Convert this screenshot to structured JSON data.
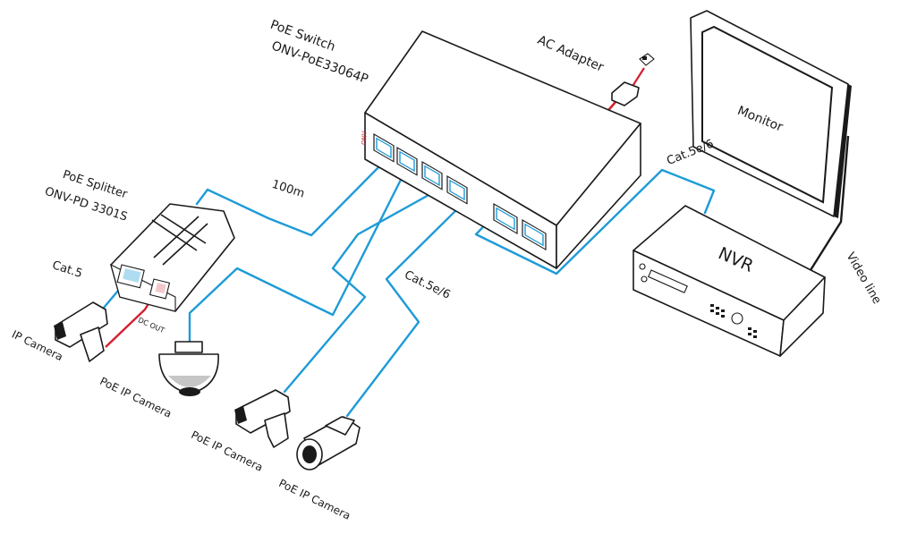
{
  "colors": {
    "ethernet": "#1e9bd7",
    "power": "#d42030",
    "device_stroke": "#1a1a1a",
    "background": "#ffffff"
  },
  "switch": {
    "line1": "PoE  Switch",
    "line2": "ONV-PoE33064P"
  },
  "splitter": {
    "line1": "PoE Splitter",
    "line2": "ONV-PD 3301S",
    "dc_out": "DC OUT"
  },
  "ac_adapter": {
    "label": "AC Adapter"
  },
  "monitor": {
    "label": "Monitor"
  },
  "nvr": {
    "label": "NVR"
  },
  "cables": {
    "distance": "100m",
    "cat5": "Cat.5",
    "cat5e_cam": "Cat.5e/6",
    "cat5e_nvr": "Cat.5e/6",
    "video": "Video line"
  },
  "cameras": {
    "ip": "IP Camera",
    "poe1": "PoE IP Camera",
    "poe2": "PoE IP Camera",
    "poe3": "PoE IP Camera"
  }
}
